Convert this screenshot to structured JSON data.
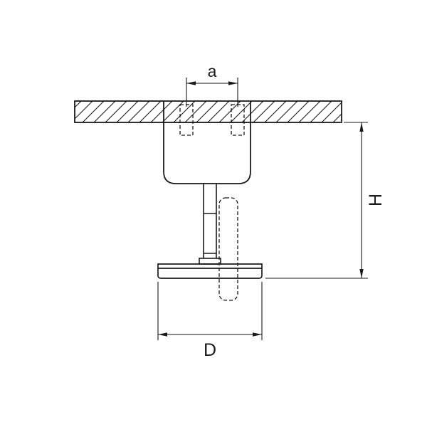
{
  "diagram": {
    "background_color": "#ffffff",
    "line_color": "#1a1a1a",
    "labels": {
      "dimension_a": "a",
      "dimension_h": "H",
      "dimension_d": "D"
    }
  }
}
